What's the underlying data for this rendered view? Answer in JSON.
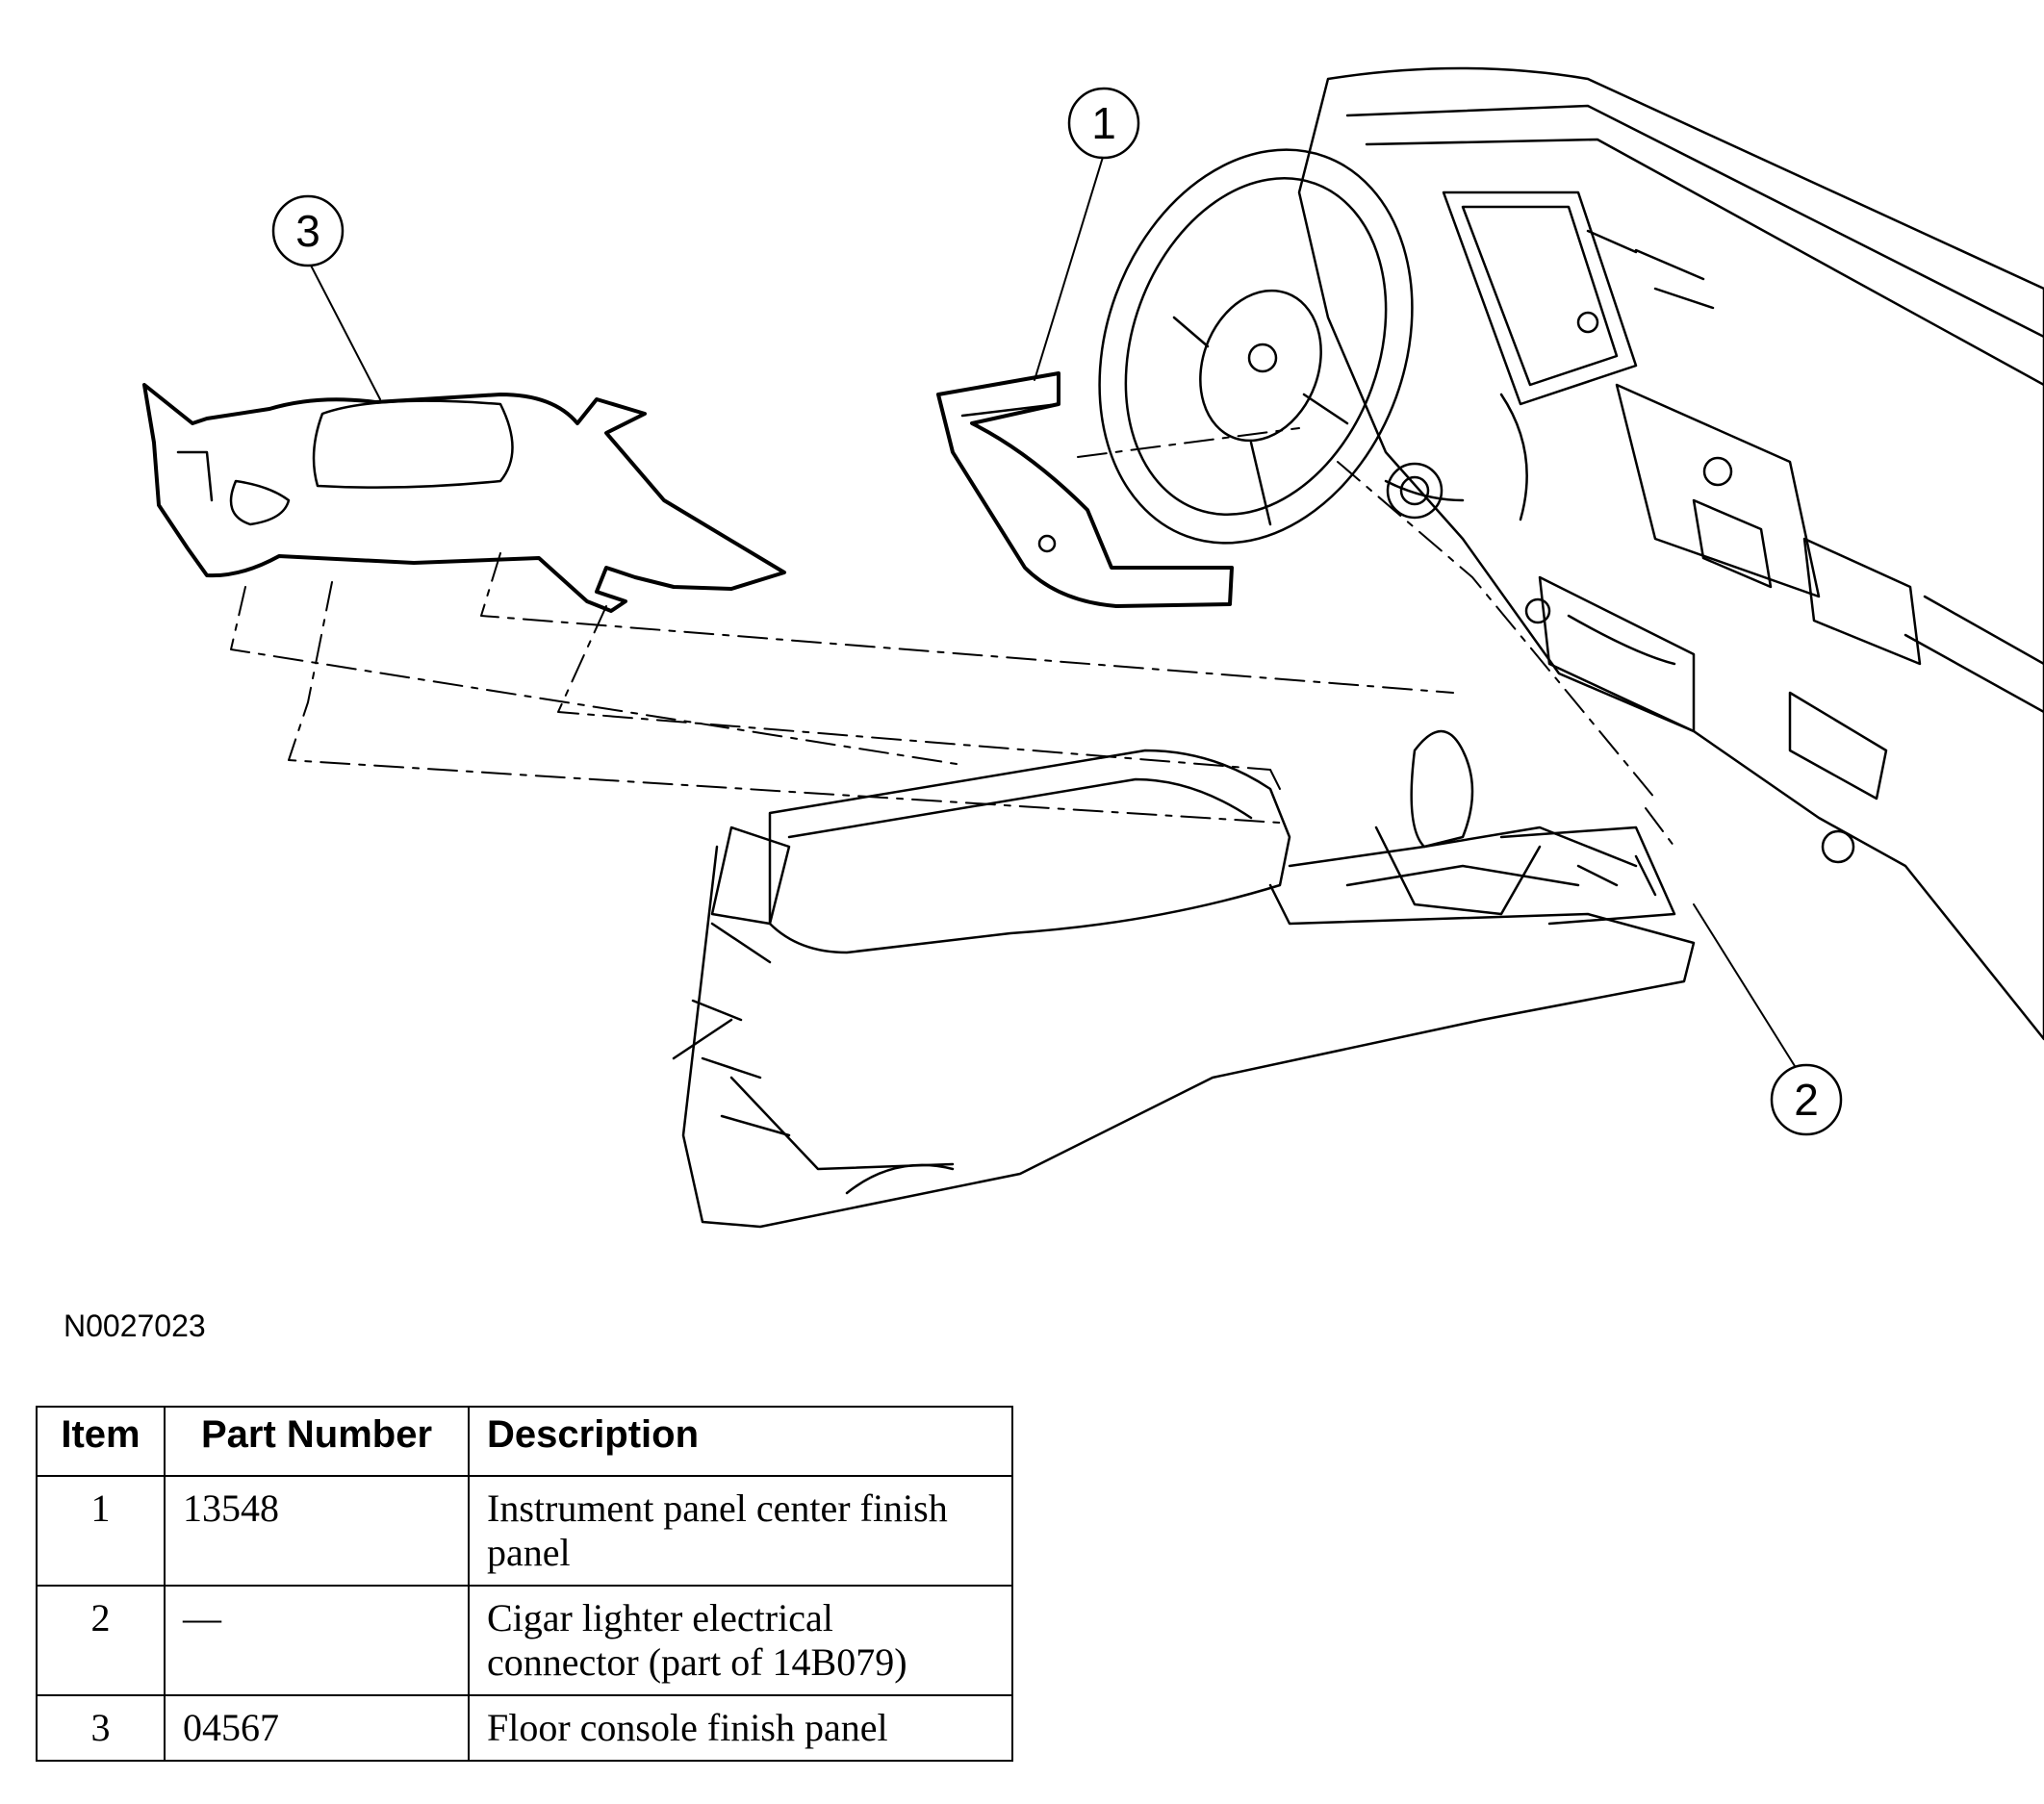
{
  "figure": {
    "id": "N0027023",
    "callouts": [
      "1",
      "2",
      "3"
    ]
  },
  "table": {
    "headers": {
      "item": "Item",
      "part_number": "Part Number",
      "description": "Description"
    },
    "rows": [
      {
        "item": "1",
        "part_number": "13548",
        "description": "Instrument panel center finish panel"
      },
      {
        "item": "2",
        "part_number": "—",
        "description": "Cigar lighter electrical connector (part of 14B079)"
      },
      {
        "item": "3",
        "part_number": "04567",
        "description": "Floor console finish panel"
      }
    ]
  }
}
